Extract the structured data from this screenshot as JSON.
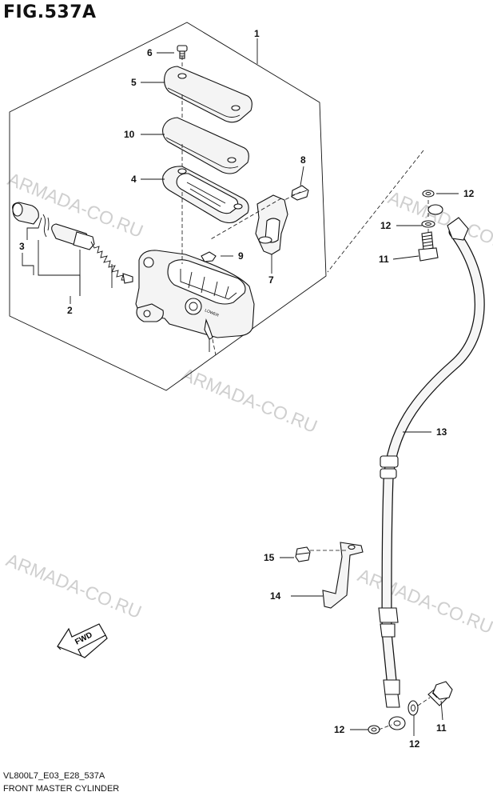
{
  "figure": {
    "title": "FIG.537A",
    "model_code": "VL800L7_E03_E28_537A",
    "caption": "FRONT MASTER CYLINDER"
  },
  "watermark": "ARMADA-CO.RU",
  "direction_badge": "FWD",
  "embossed_text": "LOWER",
  "callouts": {
    "c1": "1",
    "c2": "2",
    "c3": "3",
    "c4": "4",
    "c5": "5",
    "c6": "6",
    "c7": "7",
    "c8": "8",
    "c9": "9",
    "c10": "10",
    "c11_top": "11",
    "c11_bottom": "11",
    "c12_top_a": "12",
    "c12_top_b": "12",
    "c12_bottom_a": "12",
    "c12_bottom_b": "12",
    "c13": "13",
    "c14": "14",
    "c15": "15"
  },
  "colors": {
    "ink": "#111111",
    "watermark": "#cfcfcf",
    "background": "#ffffff"
  }
}
